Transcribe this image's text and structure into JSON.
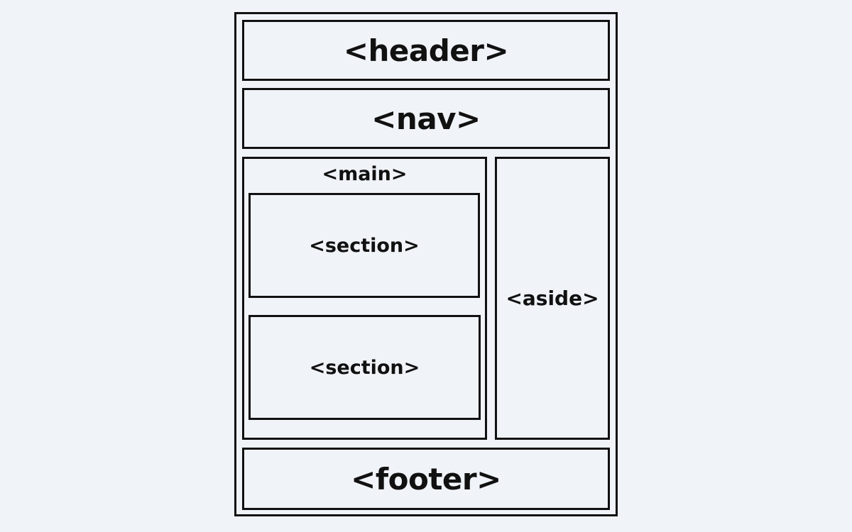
{
  "diagram": {
    "header_label": "<header>",
    "nav_label": "<nav>",
    "main_label": "<main>",
    "section_1_label": "<section>",
    "section_2_label": "<section>",
    "aside_label": "<aside>",
    "footer_label": "<footer>"
  },
  "colors": {
    "background": "#f0f3f8",
    "border": "#111111",
    "text": "#111111"
  }
}
